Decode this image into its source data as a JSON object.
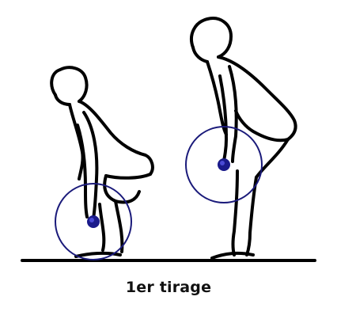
{
  "caption": "1er tirage",
  "colors": {
    "line": "#000000",
    "circle": "#1a1a7a",
    "bar": "#1a1a8a",
    "bar_highlight": "#4a4ad6",
    "background": "#ffffff"
  },
  "icons": {
    "left_figure": "squat-deadlift-start-figure",
    "right_figure": "hinge-deadlift-end-figure"
  }
}
